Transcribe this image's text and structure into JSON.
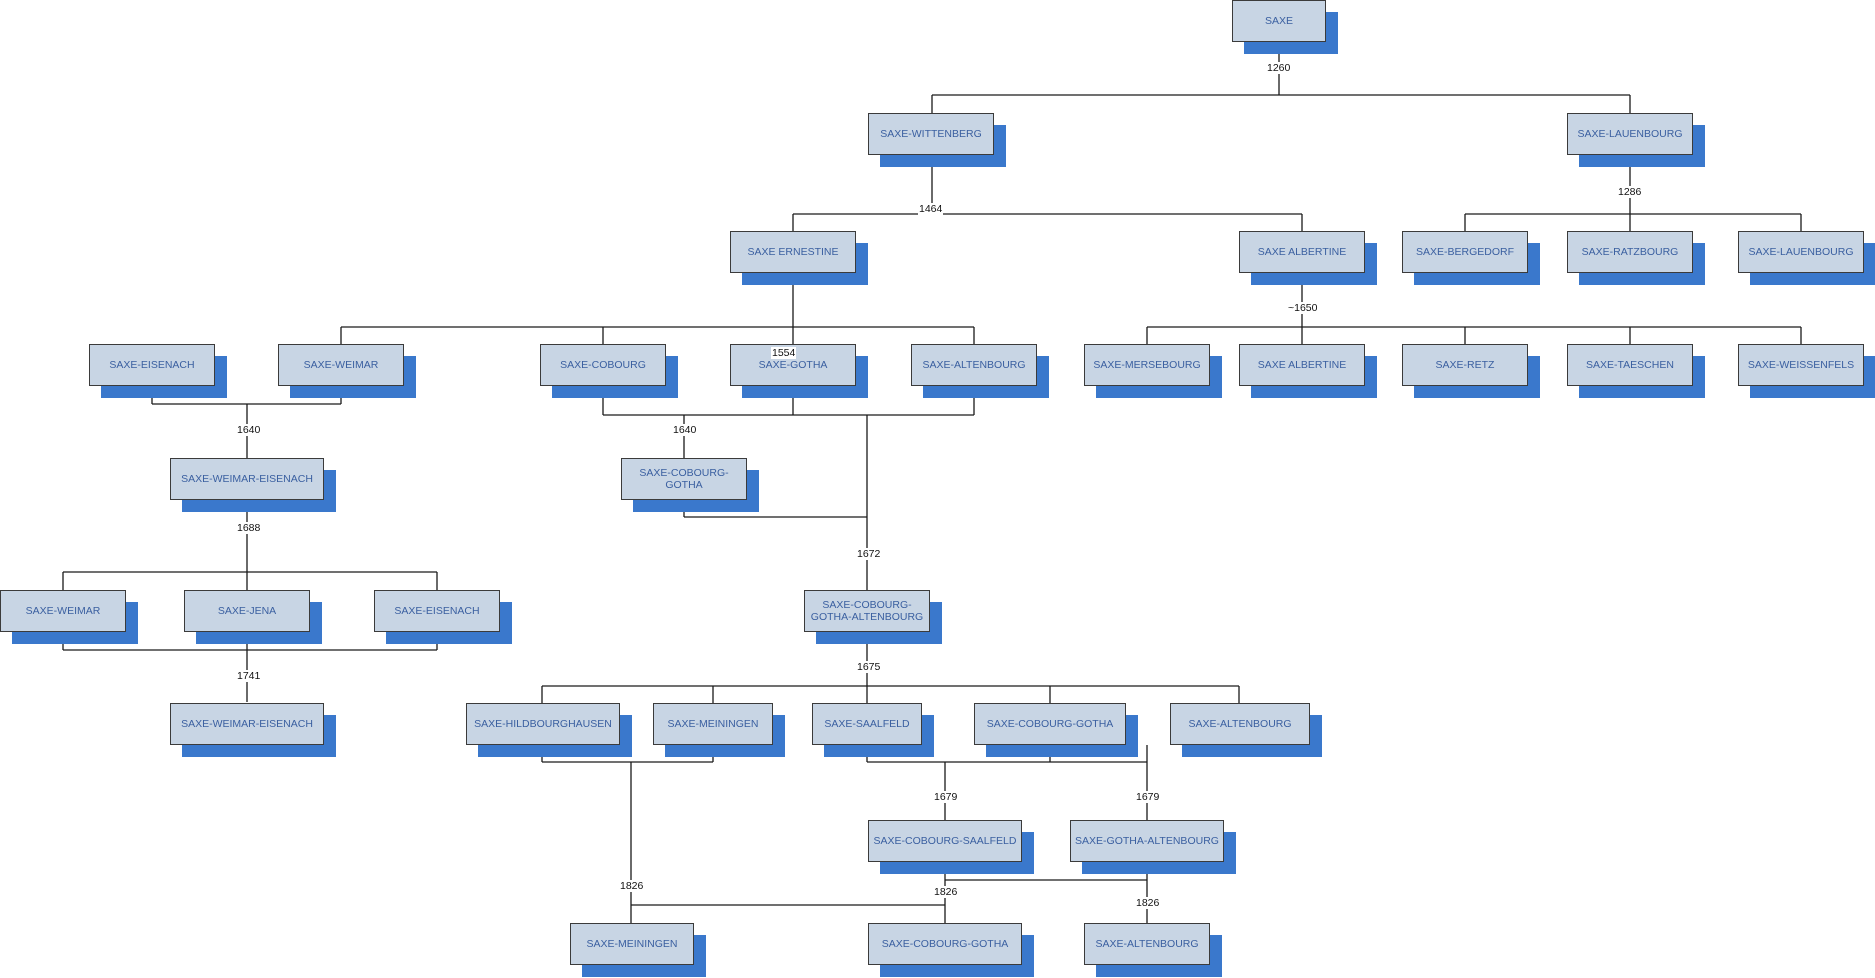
{
  "nodes": {
    "saxe": "SAXE",
    "wittenberg": "SAXE-WITTENBERG",
    "lauenbourg": "SAXE-LAUENBOURG",
    "ernestine": "SAXE ERNESTINE",
    "albertine": "SAXE ALBERTINE",
    "bergedorf": "SAXE-BERGEDORF",
    "ratzbourg": "SAXE-RATZBOURG",
    "lauenbourg2": "SAXE-LAUENBOURG",
    "eisenach1": "SAXE-EISENACH",
    "weimar1": "SAXE-WEIMAR",
    "cobourg1": "SAXE-COBOURG",
    "gotha1": "SAXE-GOTHA",
    "altenbourg1": "SAXE-ALTENBOURG",
    "mersebourg": "SAXE-MERSEBOURG",
    "albertine2": "SAXE ALBERTINE",
    "retz": "SAXE-RETZ",
    "taeschen": "SAXE-TAESCHEN",
    "weissenfels": "SAXE-WEISSENFELS",
    "weimar_eisenach1": "SAXE-WEIMAR-EISENACH",
    "cobourg_gotha1": "SAXE-COBOURG-GOTHA",
    "weimar2": "SAXE-WEIMAR",
    "jena": "SAXE-JENA",
    "eisenach2": "SAXE-EISENACH",
    "cga": "SAXE-COBOURG-GOTHA-ALTENBOURG",
    "weimar_eisenach2": "SAXE-WEIMAR-EISENACH",
    "hildbourghausen": "SAXE-HILDBOURGHAUSEN",
    "meiningen1": "SAXE-MEININGEN",
    "saalfeld": "SAXE-SAALFELD",
    "cobourg_gotha2": "SAXE-COBOURG-GOTHA",
    "altenbourg2": "SAXE-ALTENBOURG",
    "cobourg_saalfeld": "SAXE-COBOURG-SAALFELD",
    "gotha_altenbourg": "SAXE-GOTHA-ALTENBOURG",
    "meiningen2": "SAXE-MEININGEN",
    "cobourg_gotha3": "SAXE-COBOURG-GOTHA",
    "altenbourg3": "SAXE-ALTENBOURG"
  },
  "years": {
    "y1260": "1260",
    "y1464": "1464",
    "y1286": "1286",
    "y1650": "~1650",
    "y1554": "1554",
    "y1640a": "1640",
    "y1640b": "1640",
    "y1688": "1688",
    "y1672": "1672",
    "y1741": "1741",
    "y1675": "1675",
    "y1679a": "1679",
    "y1679b": "1679",
    "y1826a": "1826",
    "y1826b": "1826",
    "y1826c": "1826"
  },
  "colors": {
    "box_fill": "#c8d5e4",
    "box_text": "#3a5fa0",
    "shadow": "#3a78cc",
    "connector": "#1a1a1a"
  }
}
